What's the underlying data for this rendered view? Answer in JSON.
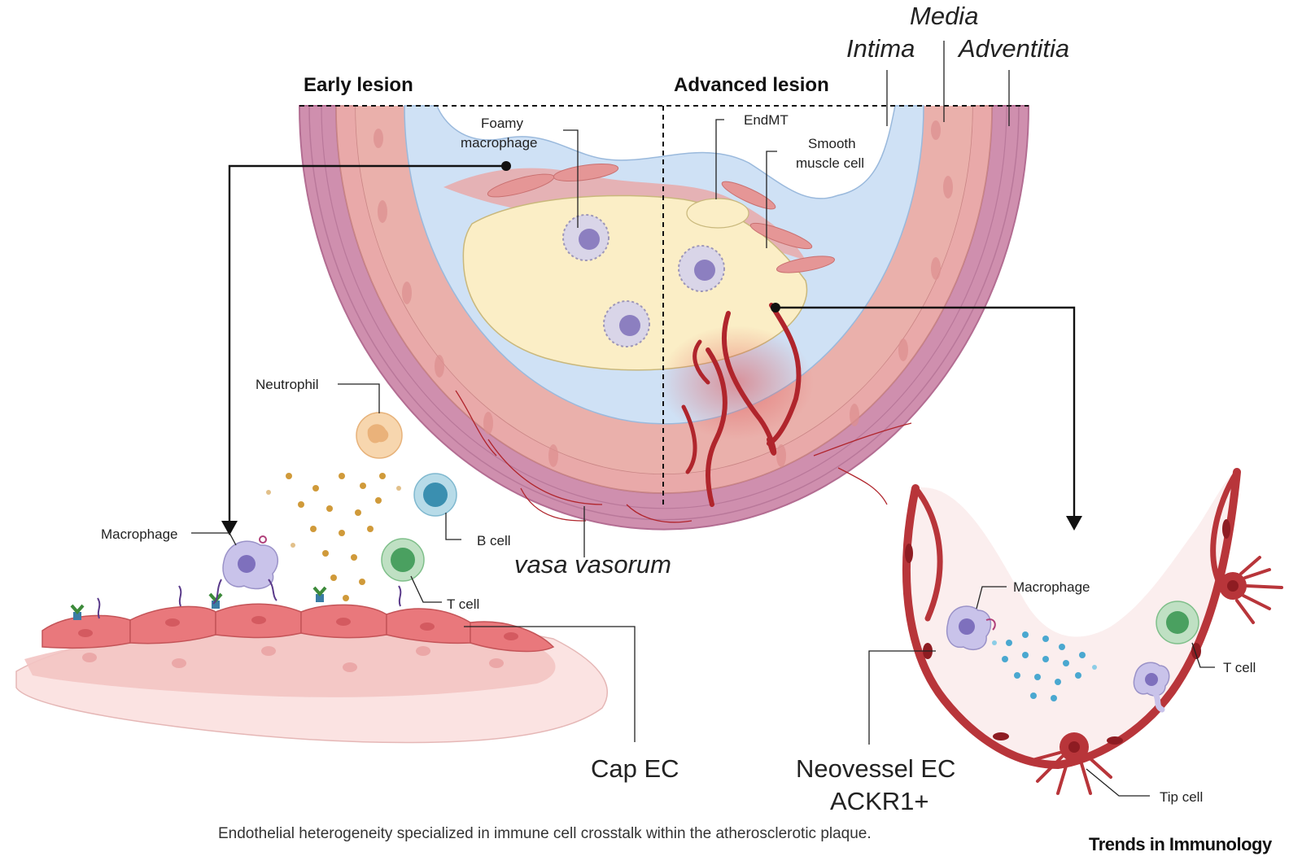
{
  "labels": {
    "early_lesion": "Early lesion",
    "advanced_lesion": "Advanced lesion",
    "media": "Media",
    "intima": "Intima",
    "adventitia": "Adventitia",
    "foamy_macrophage_line1": "Foamy",
    "foamy_macrophage_line2": "macrophage",
    "endmt": "EndMT",
    "smooth_muscle_line1": "Smooth",
    "smooth_muscle_line2": "muscle cell",
    "neutrophil": "Neutrophil",
    "b_cell": "B cell",
    "t_cell_left": "T cell",
    "macrophage_left": "Macrophage",
    "vasa_vasorum": "vasa vasorum",
    "cap_ec": "Cap EC",
    "macrophage_right": "Macrophage",
    "t_cell_right": "T cell",
    "tip_cell": "Tip cell",
    "neovessel_line1": "Neovessel EC",
    "neovessel_line2": "ACKR1+"
  },
  "caption": "Endothelial heterogeneity specialized in immune cell crosstalk within the atherosclerotic plaque.",
  "brand": "Trends in Immunology",
  "colors": {
    "adventitia": "#cf8fae",
    "media": "#e9a9a9",
    "intima": "#cfe1f5",
    "lipid_core": "#fbeec6",
    "endothelium": "#e9787c",
    "vessel": "#b0252c",
    "neovessel_wall": "#b8353a"
  }
}
